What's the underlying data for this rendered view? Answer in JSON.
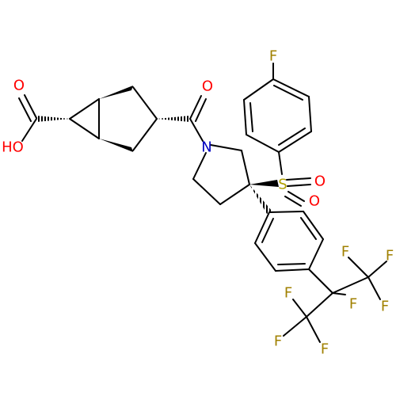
{
  "colors": {
    "bond": "#000000",
    "O": "#ff0000",
    "N": "#0000c0",
    "S": "#b0a000",
    "F": "#a08000"
  },
  "atoms": {
    "O_acid_top": "O",
    "OH_acid": "HO",
    "O_amide": "O",
    "N_pyrrolidine": "N",
    "S_sulfonyl": "S",
    "O_sulfonyl_1": "O",
    "O_sulfonyl_2": "O",
    "F_para": "F",
    "F_a": "F",
    "F_b": "F",
    "F_c": "F",
    "F_d": "F",
    "F_e": "F",
    "F_f": "F",
    "F_g": "F"
  }
}
